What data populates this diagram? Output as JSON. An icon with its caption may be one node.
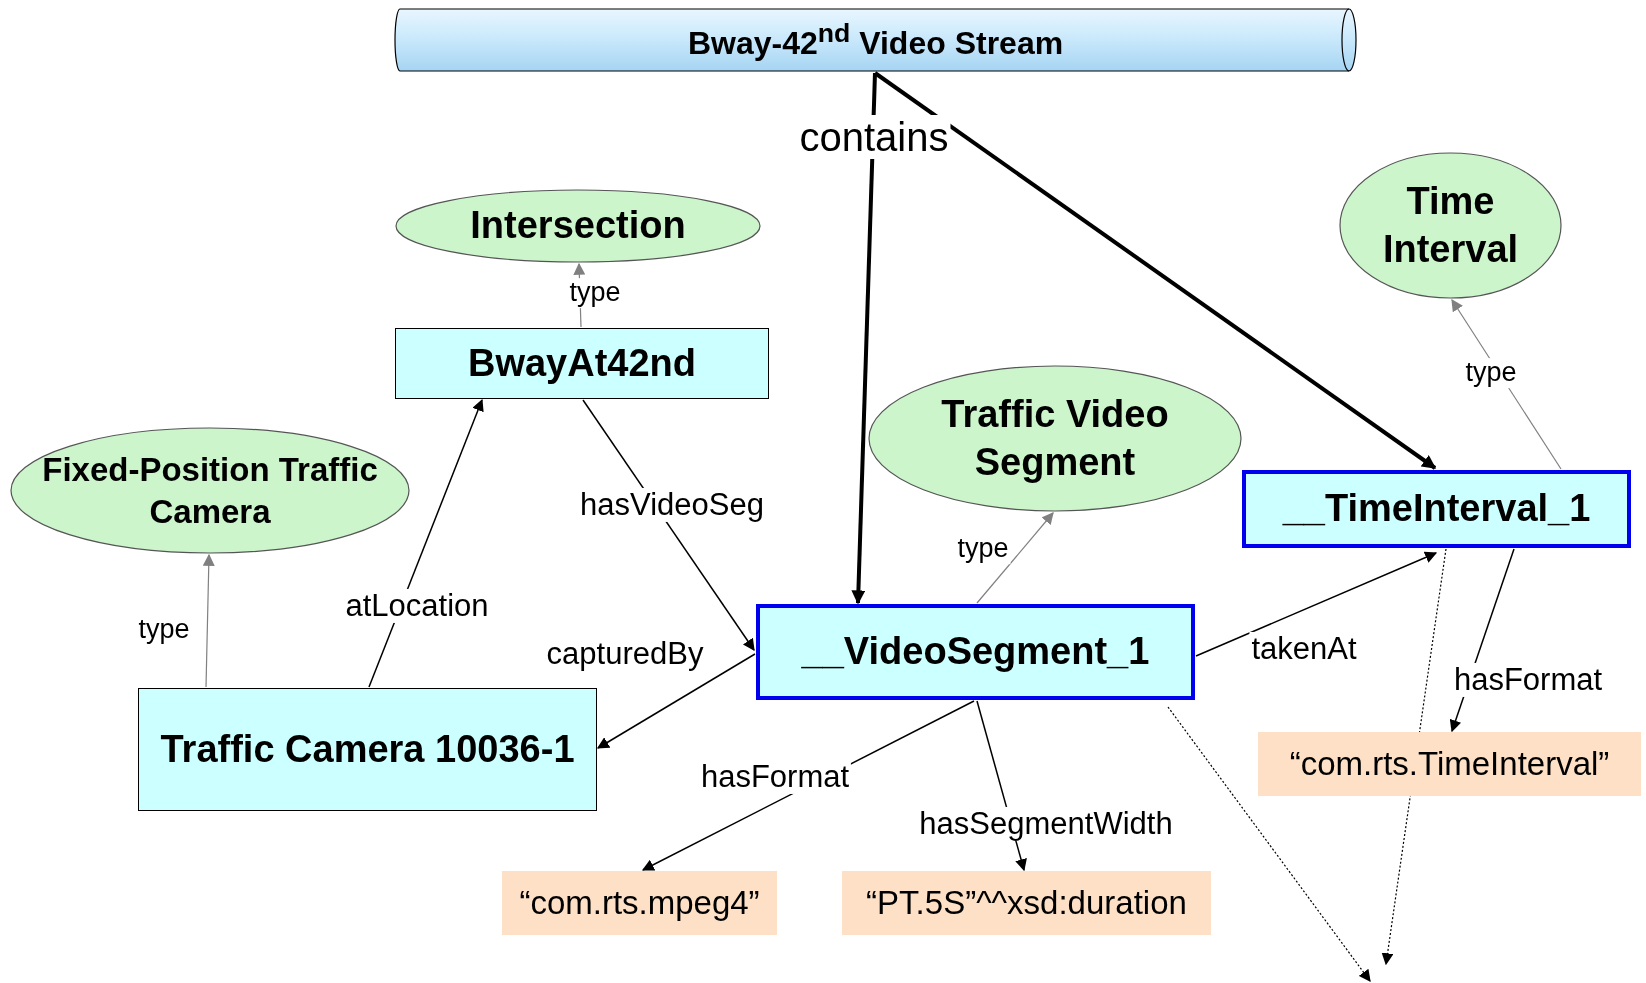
{
  "diagram": {
    "nodes": [
      {
        "text": [
          "Bway-42$^{nd}$ Video Stream"
        ]
      },
      {
        "text": [
          "Intersection"
        ]
      },
      {
        "text": [
          "Time Interval"
        ]
      },
      {
        "text": [
          "BwayAt42nd"
        ]
      },
      {
        "text": [
          "Traffic Video Segment"
        ]
      },
      {
        "text": [
          "__TimeInterval_1"
        ]
      },
      {
        "text": [
          "Fixed-Position Traffic Camera"
        ]
      },
      {
        "text": [
          "__VideoSegment_1"
        ]
      },
      {
        "text": [
          "Traffic Camera 10036-1"
        ]
      },
      {
        "text": [
          "“com.rts.TimeInterval”"
        ]
      },
      {
        "text": [
          "“com.rts.mpeg4”"
        ]
      },
      {
        "text": [
          "“PT.5S”^^xsd:duration"
        ]
      }
    ],
    "edges": [
      {
        "from": 0,
        "to": 7,
        "arrow": "to",
        "label": "contains",
        "style": "thick"
      },
      {
        "from": 0,
        "to": 5,
        "arrow": "to",
        "style": "thick"
      },
      {
        "from": 3,
        "to": 1,
        "arrow": "to",
        "label": "type",
        "color": "#808080"
      },
      {
        "from": 5,
        "to": 2,
        "arrow": "to",
        "label": "type",
        "color": "#808080"
      },
      {
        "from": 7,
        "to": 4,
        "arrow": "to",
        "label": "type",
        "color": "#808080"
      },
      {
        "from": 8,
        "to": 6,
        "arrow": "to",
        "label": "type",
        "color": "#808080"
      },
      {
        "from": 8,
        "to": 3,
        "arrow": "to",
        "label": "atLocation"
      },
      {
        "from": 3,
        "to": 7,
        "arrow": "to",
        "label": "hasVideoSeg"
      },
      {
        "from": 7,
        "to": 8,
        "arrow": "to",
        "label": "capturedBy"
      },
      {
        "from": 7,
        "to": 5,
        "arrow": "to",
        "label": "takenAt"
      },
      {
        "from": 5,
        "to": 9,
        "arrow": "to",
        "label": "hasFormat"
      },
      {
        "from": 7,
        "to": 10,
        "arrow": "to",
        "label": "hasFormat"
      },
      {
        "from": 7,
        "to": 11,
        "arrow": "to",
        "label": "hasSegmentWidth"
      },
      {
        "from": 7,
        "to": null,
        "arrow": "to",
        "style": "dashed"
      },
      {
        "from": 5,
        "to": null,
        "arrow": "to",
        "style": "dashed"
      }
    ]
  }
}
